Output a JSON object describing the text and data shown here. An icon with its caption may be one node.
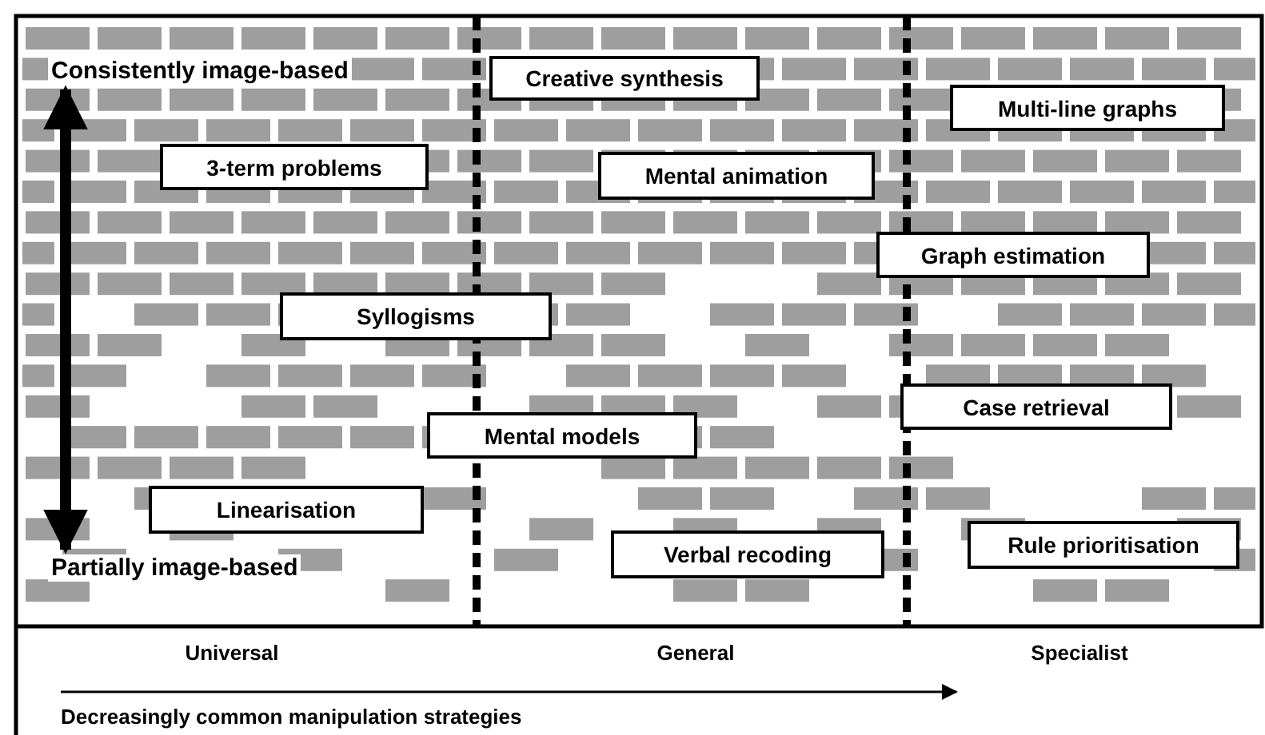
{
  "diagram": {
    "nodes": [
      {
        "text": [
          "Creative synthesis"
        ]
      },
      {
        "text": [
          "Multi-line graphs"
        ]
      },
      {
        "text": [
          "3-term problems"
        ]
      },
      {
        "text": [
          "Mental animation"
        ]
      },
      {
        "text": [
          "Graph estimation"
        ]
      },
      {
        "text": [
          "Syllogisms"
        ]
      },
      {
        "text": [
          "Case retrieval"
        ]
      },
      {
        "text": [
          "Mental models"
        ]
      },
      {
        "text": [
          "Linearisation"
        ]
      },
      {
        "text": [
          "Verbal recoding"
        ]
      },
      {
        "text": [
          "Rule prioritisation"
        ]
      }
    ],
    "labels": [
      "Consistently image-based",
      "Partially image-based",
      "Universal",
      "General",
      "Specialist",
      "Decreasingly common manipulation strategies"
    ]
  }
}
